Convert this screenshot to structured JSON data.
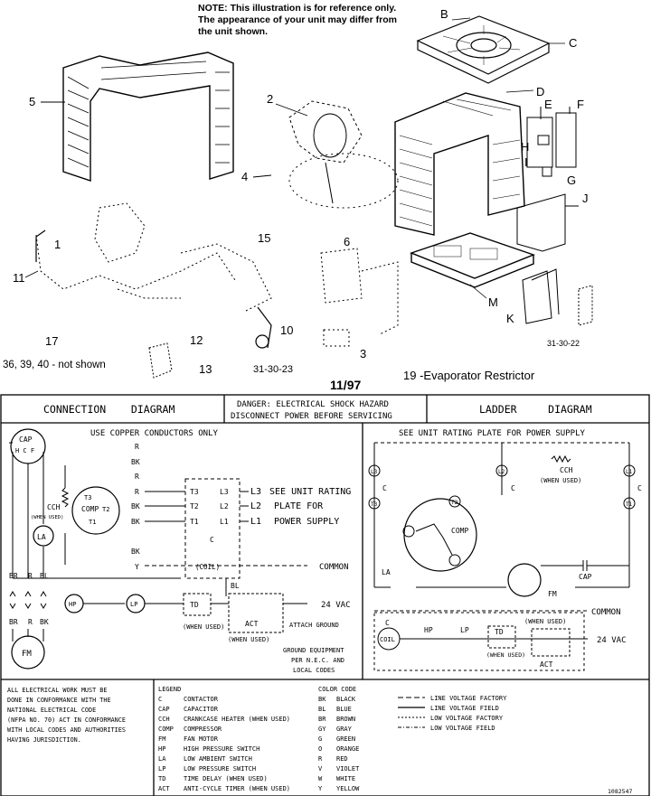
{
  "note": {
    "line1": "NOTE: This illustration is for  reference only.",
    "line2": "The appearance of your unit may differ from",
    "line3": "the unit shown."
  },
  "part_letters": [
    "B",
    "C",
    "D",
    "E",
    "F",
    "H",
    "I",
    "G",
    "J",
    "M",
    "K"
  ],
  "part_numbers": [
    "5",
    "2",
    "4",
    "1",
    "15",
    "6",
    "11",
    "17",
    "12",
    "10",
    "3",
    "13"
  ],
  "not_shown": "36, 39, 40 - not shown",
  "fig_codes": {
    "a": "31-30-23",
    "b": "31-30-22",
    "c": "1082547"
  },
  "date": "11/97",
  "evaporator": "19 -Evaporator Restrictor",
  "connection": {
    "title": "CONNECTION    DIAGRAM",
    "copper": "USE COPPER CONDUCTORS ONLY",
    "cap": "CAP",
    "cap_terms": "H C F",
    "cch": "CCH",
    "cch_sub": "(WHEN USED)",
    "comp": "COMP",
    "la": "LA",
    "fm": "FM",
    "hp": "HP",
    "lp": "LP",
    "td": "TD",
    "when_used": "(WHEN USED)",
    "act": "ACT",
    "coil": "(COIL)",
    "common": "COMMON",
    "vac24": "24 VAC",
    "wire_left": [
      "R",
      "BK",
      "R",
      "R",
      "BK",
      "BK",
      "BK",
      "Y"
    ],
    "contactor_labels": [
      "L3",
      "L2",
      "L1"
    ],
    "contactor_t": [
      "T3",
      "T2",
      "T1"
    ],
    "contactor_c": "C",
    "see_plate": [
      "SEE UNIT RATING",
      "PLATE FOR",
      "POWER SUPPLY"
    ],
    "bl": "BL",
    "fm_wires_top": [
      "BR",
      "R",
      "BL"
    ],
    "fm_wires_bot": [
      "BR",
      "R",
      "BK"
    ],
    "attach_ground": "ATTACH GROUND",
    "ground_eq": [
      "GROUND EQUIPMENT",
      "PER N.E.C. AND",
      "LOCAL CODES"
    ]
  },
  "danger": {
    "line1": "DANGER: ELECTRICAL SHOCK HAZARD",
    "line2": "DISCONNECT POWER BEFORE SERVICING"
  },
  "ladder": {
    "title": "LADDER     DIAGRAM",
    "see_plate": "SEE UNIT RATING PLATE FOR POWER SUPPLY",
    "cch": "CCH",
    "cch_sub": "(WHEN USED)",
    "comp": "COMP",
    "la": "LA",
    "fm": "FM",
    "cap": "CAP",
    "common": "COMMON",
    "when_used": "(WHEN USED)",
    "coil": "COIL",
    "hp": "HP",
    "lp": "LP",
    "td": "TD",
    "td_when": "(WHEN USED)",
    "act": "ACT",
    "vac24": "24 VAC"
  },
  "footer": {
    "note": [
      "ALL ELECTRICAL WORK MUST BE",
      "DONE IN CONFORMANCE WITH THE",
      "NATIONAL ELECTRICAL CODE",
      "(NFPA NO. 70) ACT IN CONFORMANCE",
      "WITH LOCAL CODES AND AUTHORITIES",
      "HAVING JURISDICTION."
    ],
    "legend_title": "LEGEND",
    "legend": [
      [
        "C",
        "CONTACTOR"
      ],
      [
        "CAP",
        "CAPACITOR"
      ],
      [
        "CCH",
        "CRANKCASE HEATER (WHEN USED)"
      ],
      [
        "COMP",
        "COMPRESSOR"
      ],
      [
        "FM",
        "FAN MOTOR"
      ],
      [
        "HP",
        "HIGH PRESSURE SWITCH"
      ],
      [
        "LA",
        "LOW AMBIENT SWITCH"
      ],
      [
        "LP",
        "LOW PRESSURE SWITCH"
      ],
      [
        "TD",
        "TIME DELAY (WHEN USED)"
      ],
      [
        "ACT",
        "ANTI-CYCLE TIMER (WHEN USED)"
      ]
    ],
    "color_title": "COLOR CODE",
    "colors": [
      [
        "BK",
        "BLACK"
      ],
      [
        "BL",
        "BLUE"
      ],
      [
        "BR",
        "BROWN"
      ],
      [
        "GY",
        "GRAY"
      ],
      [
        "G",
        "GREEN"
      ],
      [
        "O",
        "ORANGE"
      ],
      [
        "R",
        "RED"
      ],
      [
        "V",
        "VIOLET"
      ],
      [
        "W",
        "WHITE"
      ],
      [
        "Y",
        "YELLOW"
      ]
    ],
    "lines": [
      "LINE VOLTAGE FACTORY",
      "LINE VOLTAGE FIELD",
      "LOW VOLTAGE FACTORY",
      "LOW VOLTAGE FIELD"
    ]
  }
}
